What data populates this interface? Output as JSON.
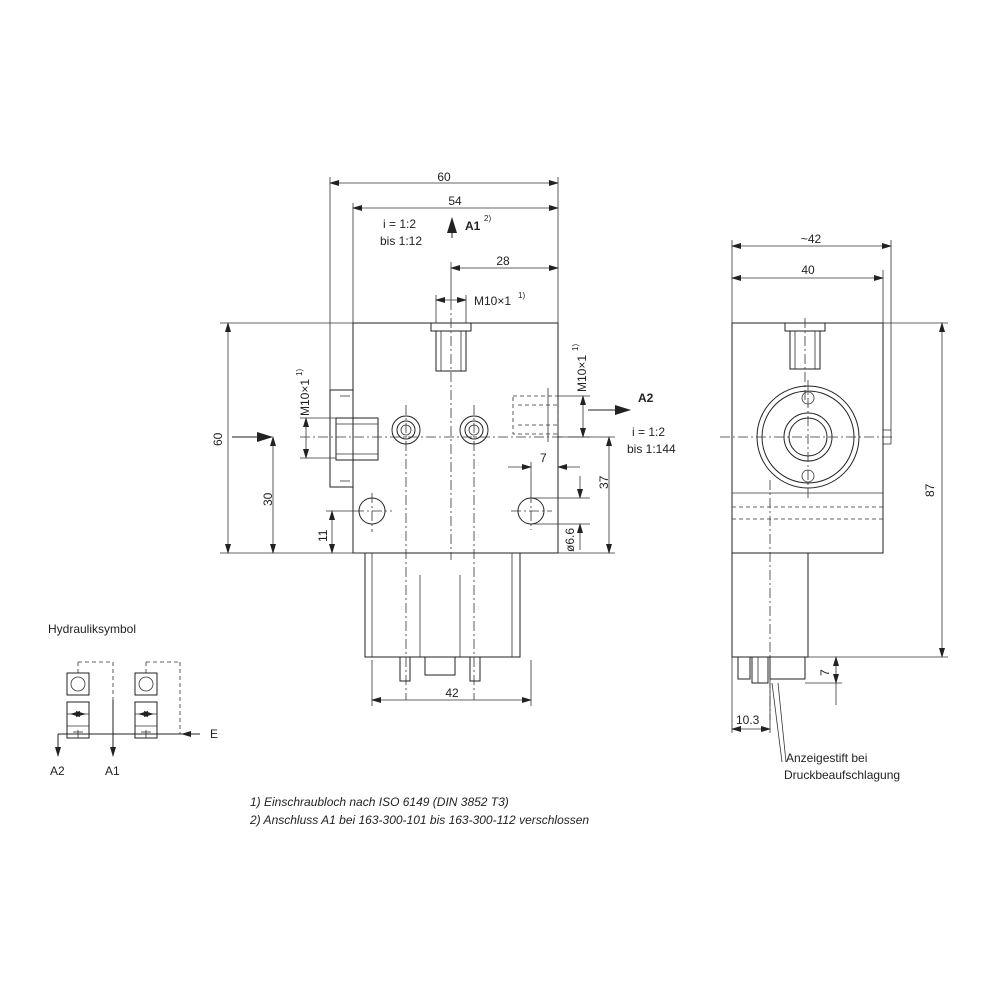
{
  "front_view": {
    "dim_width_total": "60",
    "dim_width_inner": "54",
    "dim_port_offset": "28",
    "dim_height": "60",
    "dim_axis_height": "30",
    "dim_hole_height": "11",
    "dim_hole_offset": "7",
    "dim_right_height": "37",
    "dim_hole_dia": "ø6.6",
    "dim_bottom_width": "42",
    "thread_top": "M10×1",
    "thread_left": "M10×1",
    "thread_right": "M10×1",
    "footnote_ref_1": "1)",
    "footnote_ref_2": "2)",
    "port_a1": "A1",
    "port_a2": "A2",
    "ratio_a1_line1": "i = 1:2",
    "ratio_a1_line2": "bis 1:12",
    "ratio_a2_line1": "i = 1:2",
    "ratio_a2_line2": "bis 1:144"
  },
  "side_view": {
    "dim_width_total": "~42",
    "dim_width_inner": "40",
    "dim_height": "87",
    "dim_pin_height": "7",
    "dim_pin_offset": "10.3",
    "indicator_line1": "Anzeigestift bei",
    "indicator_line2": "Druckbeaufschlagung"
  },
  "hydraulic_symbol": {
    "title": "Hydrauliksymbol",
    "label_a2": "A2",
    "label_a1": "A1",
    "label_e": "E"
  },
  "footnotes": [
    "1)  Einschraubloch nach ISO 6149 (DIN 3852 T3)",
    "2)  Anschluss A1 bei 163-300-101 bis 163-300-112 verschlossen"
  ]
}
